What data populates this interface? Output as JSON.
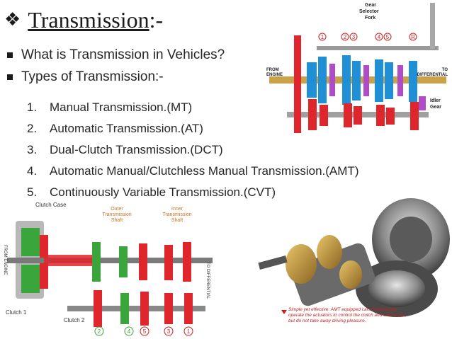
{
  "slide": {
    "title": "Transmission",
    "title_suffix": ":-",
    "bullets": [
      "What is Transmission in Vehicles?",
      "Types of Transmission:-"
    ],
    "types": [
      {
        "num": "1.",
        "label": "Manual Transmission.(MT)"
      },
      {
        "num": "2.",
        "label": "Automatic Transmission.(AT)"
      },
      {
        "num": "3.",
        "label": "Dual-Clutch Transmission.(DCT)"
      },
      {
        "num": "4.",
        "label": "Automatic Manual/Clutchless Manual Transmission.(AMT)"
      },
      {
        "num": "5.",
        "label": "Continuously Variable Transmission.(CVT)"
      }
    ]
  },
  "diagram_top": {
    "gear_selector": [
      "Gear",
      "Selector",
      "Fork"
    ],
    "from_engine": [
      "FROM",
      "ENGINE"
    ],
    "to_differential": [
      "TO",
      "DIFFERENTIAL"
    ],
    "idler_gear": [
      "Idler",
      "Gear"
    ],
    "gear_numbers": [
      "1",
      "2",
      "3",
      "4",
      "5",
      "R"
    ]
  },
  "diagram_bottom": {
    "clutch_case": "Clutch Case",
    "outer_shaft": [
      "Outer",
      "Transmission",
      "Shaft"
    ],
    "inner_shaft": [
      "Inner",
      "Transmission",
      "Shaft"
    ],
    "from_engine": "FROM ENGINE",
    "to_differential": "TO DIFFERENTIAL",
    "clutch1": "Clutch 1",
    "clutch2": "Clutch 2",
    "gear_numbers": [
      "2",
      "4",
      "5",
      "3",
      "1"
    ]
  },
  "photo": {
    "caption": "Simple yet effective: AMT equipped cars hydraulically operate the actuators to control the clutch and shift action, but do not take away driving pleasure."
  },
  "colors": {
    "red": "#e0262d",
    "blue": "#1f8fd6",
    "purple": "#b04cc8",
    "green": "#3aa53a"
  }
}
